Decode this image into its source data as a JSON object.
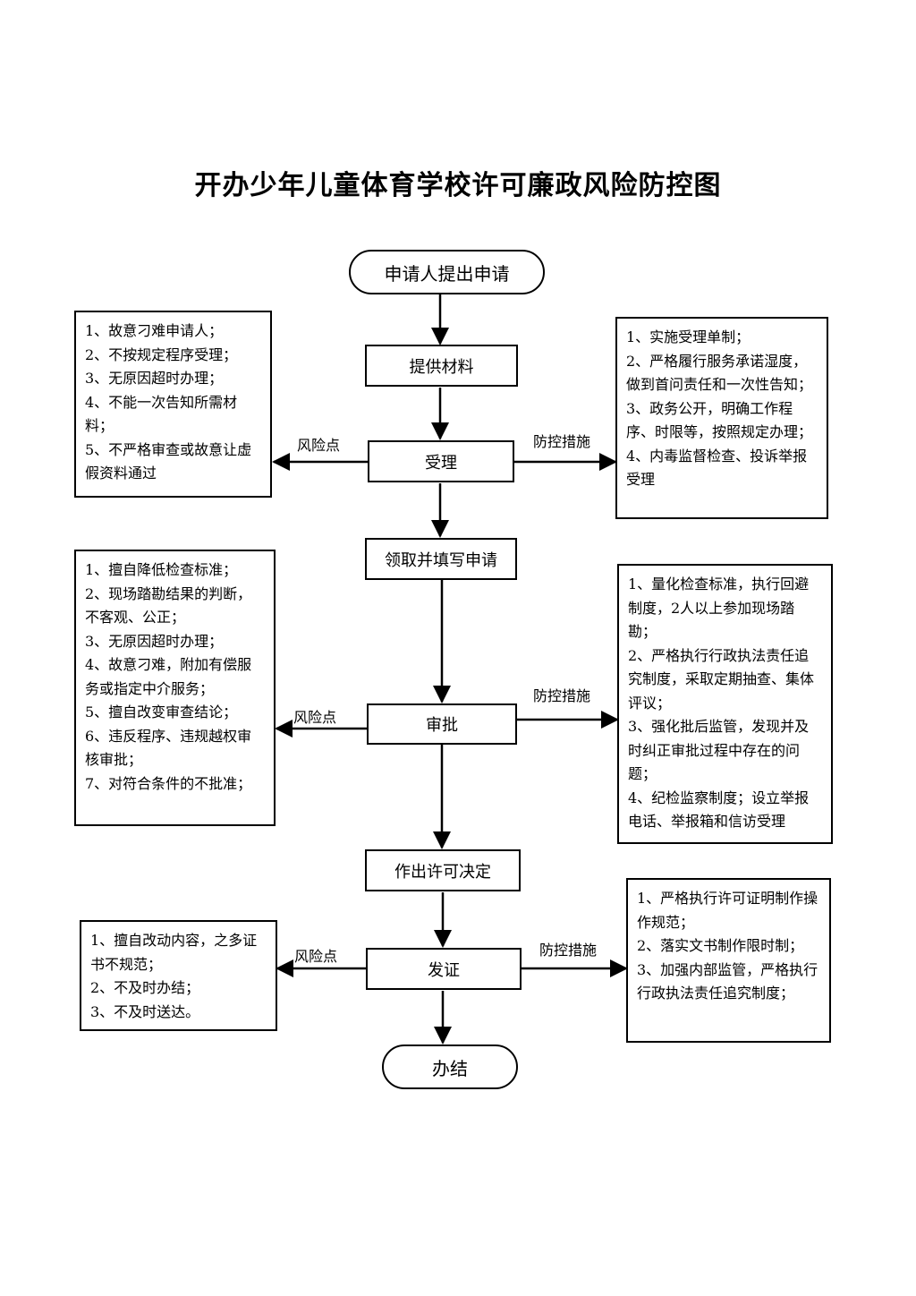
{
  "title": "开办少年儿童体育学校许可廉政风险防控图",
  "nodes": {
    "start": "申请人提出申请",
    "submit_materials": "提供材料",
    "accept": "受理",
    "collect_fill": "领取并填写申请",
    "approve": "审批",
    "decision": "作出许可决定",
    "issue": "发证",
    "end": "办结"
  },
  "labels": {
    "risk": "风险点",
    "control": "防控措施"
  },
  "accept_risks": [
    "1、故意刁难申请人；",
    "2、不按规定程序受理；",
    "3、无原因超时办理；",
    "4、不能一次告知所需材料；",
    "5、不严格审查或故意让虚假资料通过"
  ],
  "accept_controls": [
    "1、实施受理单制；",
    "2、严格履行服务承诺湿度，做到首问责任和一次性告知；",
    "3、政务公开，明确工作程序、时限等，按照规定办理；",
    "4、内毒监督检查、投诉举报受理"
  ],
  "approve_risks": [
    "1、擅自降低检查标准；",
    "2、现场踏勘结果的判断，不客观、公正；",
    "3、无原因超时办理；",
    "4、故意刁难，附加有偿服务或指定中介服务；",
    "5、擅自改变审查结论；",
    "6、违反程序、违规越权审核审批；",
    "7、对符合条件的不批准；"
  ],
  "approve_controls": [
    "1、量化检查标准，执行回避制度，2人以上参加现场踏勘；",
    "2、严格执行行政执法责任追究制度，采取定期抽查、集体评议；",
    "3、强化批后监管，发现并及时纠正审批过程中存在的问题；",
    "4、纪检监察制度；设立举报电话、举报箱和信访受理"
  ],
  "issue_risks": [
    "1、擅自改动内容，之多证书不规范；",
    "2、不及时办结；",
    "3、不及时送达。"
  ],
  "issue_controls": [
    "1、严格执行许可证明制作操作规范；",
    "2、落实文书制作限时制；",
    "3、加强内部监管，严格执行行政执法责任追究制度；"
  ]
}
